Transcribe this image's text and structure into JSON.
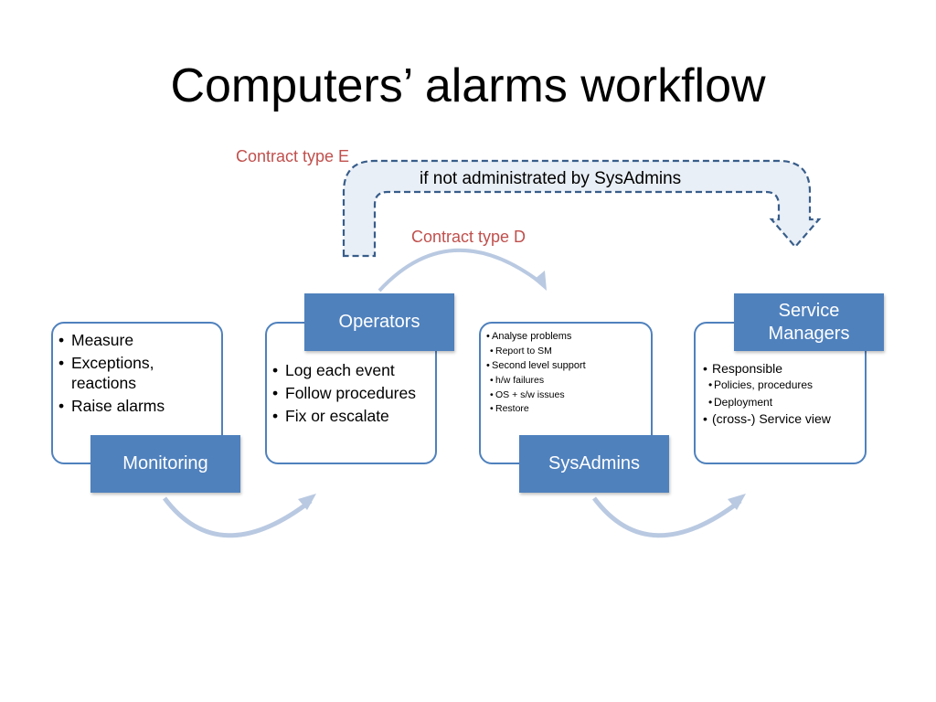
{
  "title": "Computers’ alarms workflow",
  "labels": {
    "contract_e": "Contract type E",
    "contract_d": "Contract type D",
    "loop_text": "if not administrated by SysAdmins"
  },
  "stages": [
    {
      "name": "Monitoring",
      "items": [
        "Measure",
        "Exceptions, reactions",
        "Raise alarms"
      ]
    },
    {
      "name": "Operators",
      "items": [
        "Log each event",
        "Follow procedures",
        "Fix or escalate"
      ]
    },
    {
      "name": "SysAdmins",
      "items": [
        "Analyse problems",
        "Report to SM",
        "Second level support",
        "h/w failures",
        "OS + s/w issues",
        "Restore"
      ]
    },
    {
      "name": "Service Managers",
      "items": [
        "Responsible",
        "Policies, procedures",
        "Deployment",
        "(cross-) Service view"
      ]
    }
  ],
  "colors": {
    "accent": "#4f81bd",
    "contract_label": "#c0504d",
    "arrow": "#b9c9e1",
    "dashed_fill": "#e9eff6",
    "dashed_stroke": "#385d8a"
  }
}
